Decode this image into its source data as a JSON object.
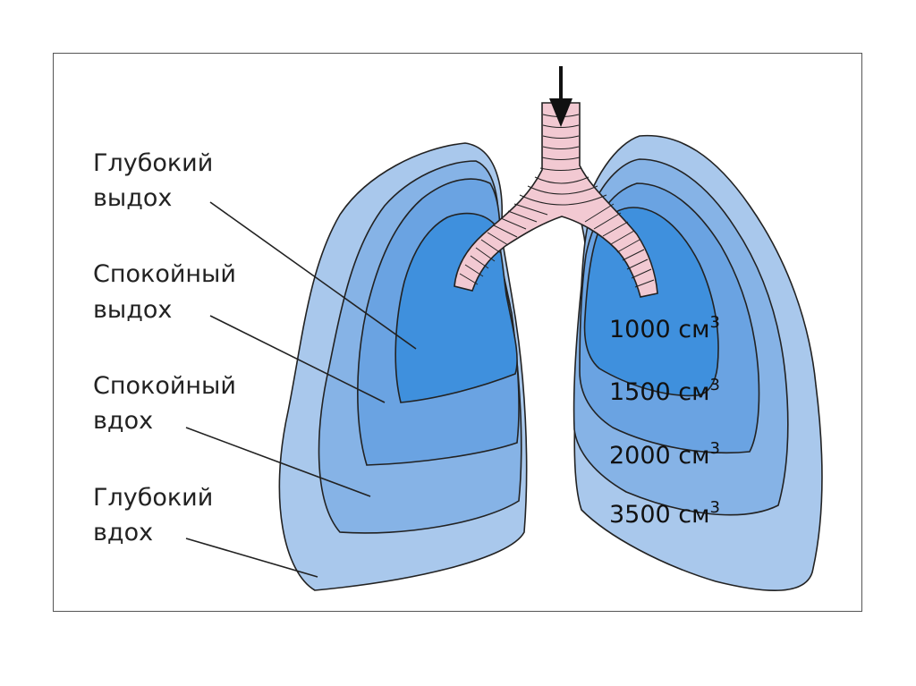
{
  "labels": {
    "deep_exhale_line1": "Глубокий",
    "deep_exhale_line2": "выдох",
    "calm_exhale_line1": "Спокойный",
    "calm_exhale_line2": "выдох",
    "calm_inhale_line1": "Спокойный",
    "calm_inhale_line2": "вдох",
    "deep_inhale_line1": "Глубокий",
    "deep_inhale_line2": "вдох"
  },
  "volumes": [
    {
      "value": "1000 см",
      "sup": "3"
    },
    {
      "value": "1500 см",
      "sup": "3"
    },
    {
      "value": "2000 см",
      "sup": "3"
    },
    {
      "value": "3500 см",
      "sup": "3"
    }
  ],
  "colors": {
    "lung_outer": "#a9c8ec",
    "lung_layer2": "#86b3e6",
    "lung_layer3": "#6aa3e2",
    "lung_inner": "#3f90dd",
    "trachea": "#f2c9d2",
    "outline": "#222222"
  },
  "icons": {
    "airflow": "down-arrow-icon"
  }
}
